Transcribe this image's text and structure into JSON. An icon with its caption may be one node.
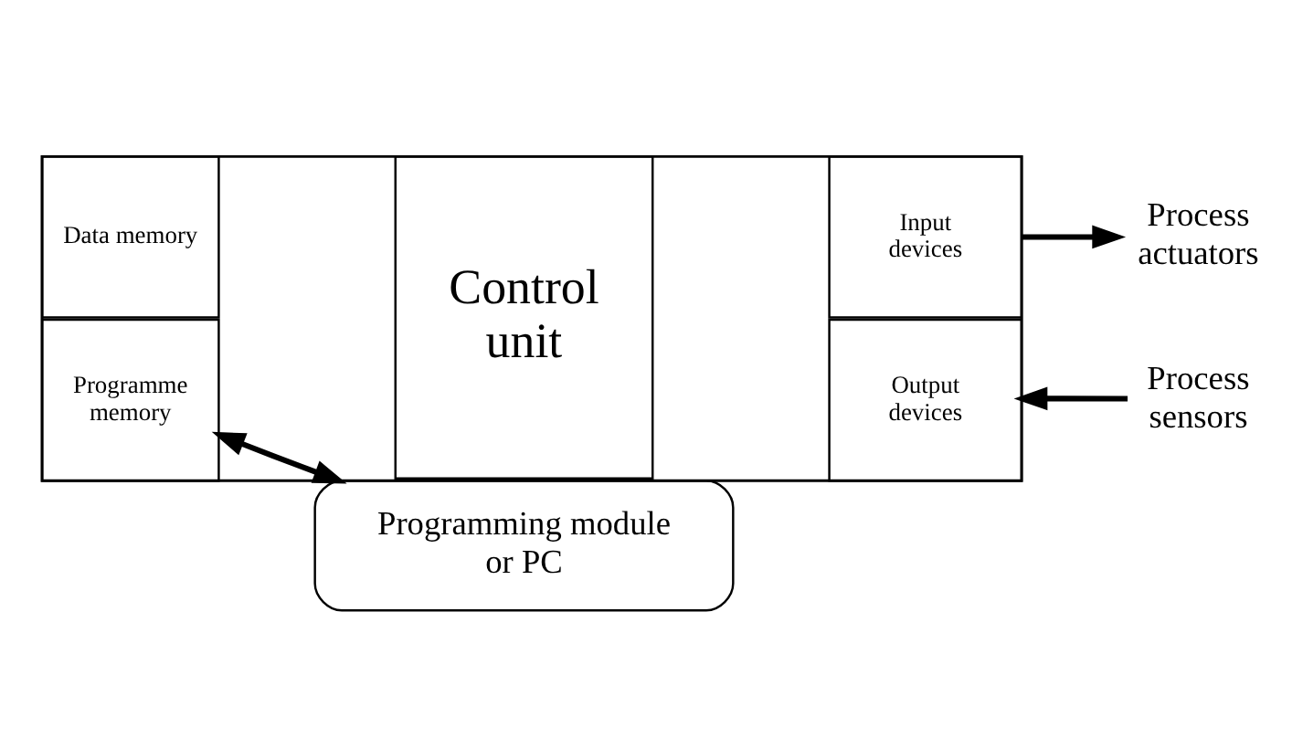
{
  "diagram": {
    "nodes": [
      {
        "text": [],
        "shape": "box"
      },
      {
        "text": [
          "Data memory"
        ],
        "in": 0
      },
      {
        "text": [
          "Programme memory"
        ],
        "in": 0
      },
      {
        "text": [
          "Control unit"
        ],
        "in": 0
      },
      {
        "text": [
          "Input devices"
        ],
        "in": 0
      },
      {
        "text": [
          "Output devices"
        ],
        "in": 0
      },
      {
        "text": [
          "Process actuators"
        ]
      },
      {
        "text": [
          "Process sensors"
        ]
      },
      {
        "text": [
          "Programming module or PC"
        ]
      }
    ],
    "edges": [
      {
        "from": 4,
        "to": 6,
        "arrow": "to"
      },
      {
        "from": 7,
        "to": 5,
        "arrow": "to"
      },
      {
        "from": 2,
        "to": 8,
        "arrow": "both"
      }
    ]
  }
}
